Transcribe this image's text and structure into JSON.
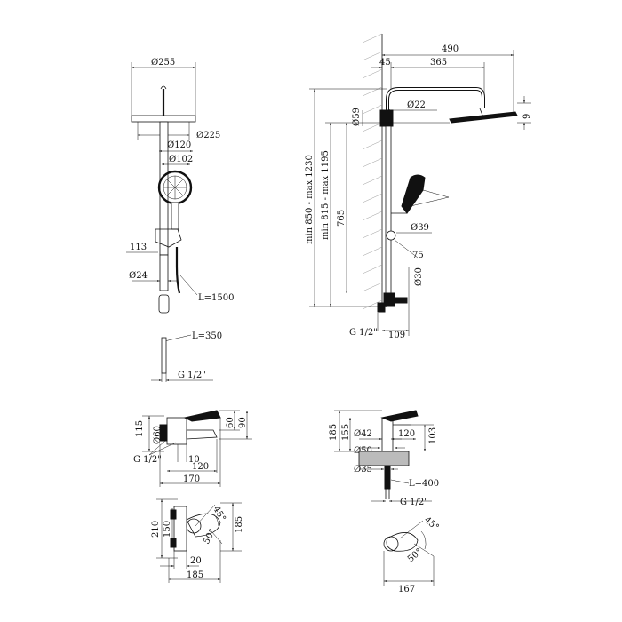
{
  "colors": {
    "line": "#111111",
    "background": "#ffffff",
    "hatch": "#999999"
  },
  "shower_front": {
    "d_255": "Ø255",
    "d_225": "Ø225",
    "d_120": "Ø120",
    "d_102": "Ø102",
    "dim_113": "113",
    "d_24": "Ø24",
    "hose_1500": "L=1500",
    "hose_350": "L=350",
    "g_half": "G 1/2\""
  },
  "shower_side": {
    "dim_490": "490",
    "dim_45": "45",
    "dim_365": "365",
    "d_59": "Ø59",
    "d_22": "Ø22",
    "dim_9": "9",
    "range_1": "min 850 - max 1230",
    "range_2": "min 815 - max 1195",
    "dim_765": "765",
    "d_39": "Ø39",
    "dim_75": "75",
    "d_30": "Ø30",
    "g_half": "G 1/2\"",
    "dim_109": "109"
  },
  "bath_mixer": {
    "dim_115": "115",
    "d_60": "Ø60",
    "dim_60": "60",
    "dim_90": "90",
    "g_half": "G 1/2\"",
    "dim_10": "10",
    "dim_120": "120",
    "dim_170": "170",
    "dim_210": "210",
    "dim_150": "150",
    "angle_45": "45°",
    "angle_50": "50°",
    "dim_185": "185",
    "dim_20": "20",
    "dim_185b": "185"
  },
  "basin_mixer": {
    "dim_185": "185",
    "dim_155": "155",
    "d_42": "Ø42",
    "d_50": "Ø50",
    "dim_120": "120",
    "dim_103": "103",
    "d_35": "Ø35",
    "hose_400": "L=400",
    "g_half": "G 1/2\"",
    "angle_45": "45°",
    "angle_50": "50°",
    "dim_167": "167"
  }
}
